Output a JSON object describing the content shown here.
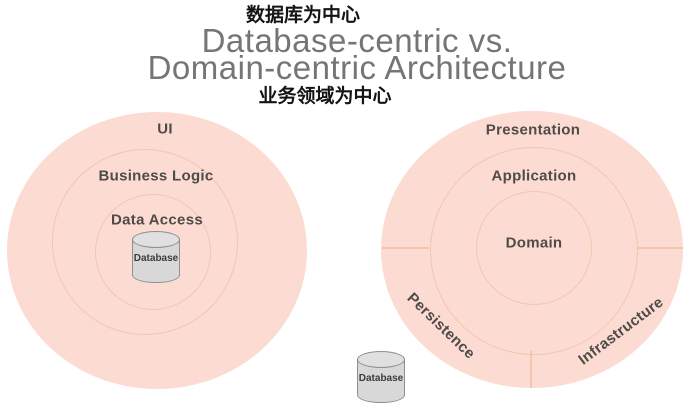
{
  "title": {
    "zh_top": "数据库为中心",
    "line1": "Database-centric vs.",
    "line2": "Domain-centric Architecture",
    "zh_bottom": "业务领域为中心"
  },
  "left_diagram": {
    "layers": [
      "UI",
      "Business Logic",
      "Data Access"
    ],
    "database_label": "Database"
  },
  "right_diagram": {
    "layers": [
      "Presentation",
      "Application",
      "Domain"
    ],
    "sectors": [
      "Persistence",
      "Infrastructure"
    ],
    "database_label": "Database"
  },
  "colors": {
    "circle_fill": "#fcdcd2",
    "circle_stroke": "#f3c5ae",
    "layer_text": "#4f4b49",
    "title_text": "#757575",
    "chinese_text": "#141414",
    "cylinder_fill": "#d8d8d8",
    "cylinder_stroke": "#8f8f8f"
  }
}
